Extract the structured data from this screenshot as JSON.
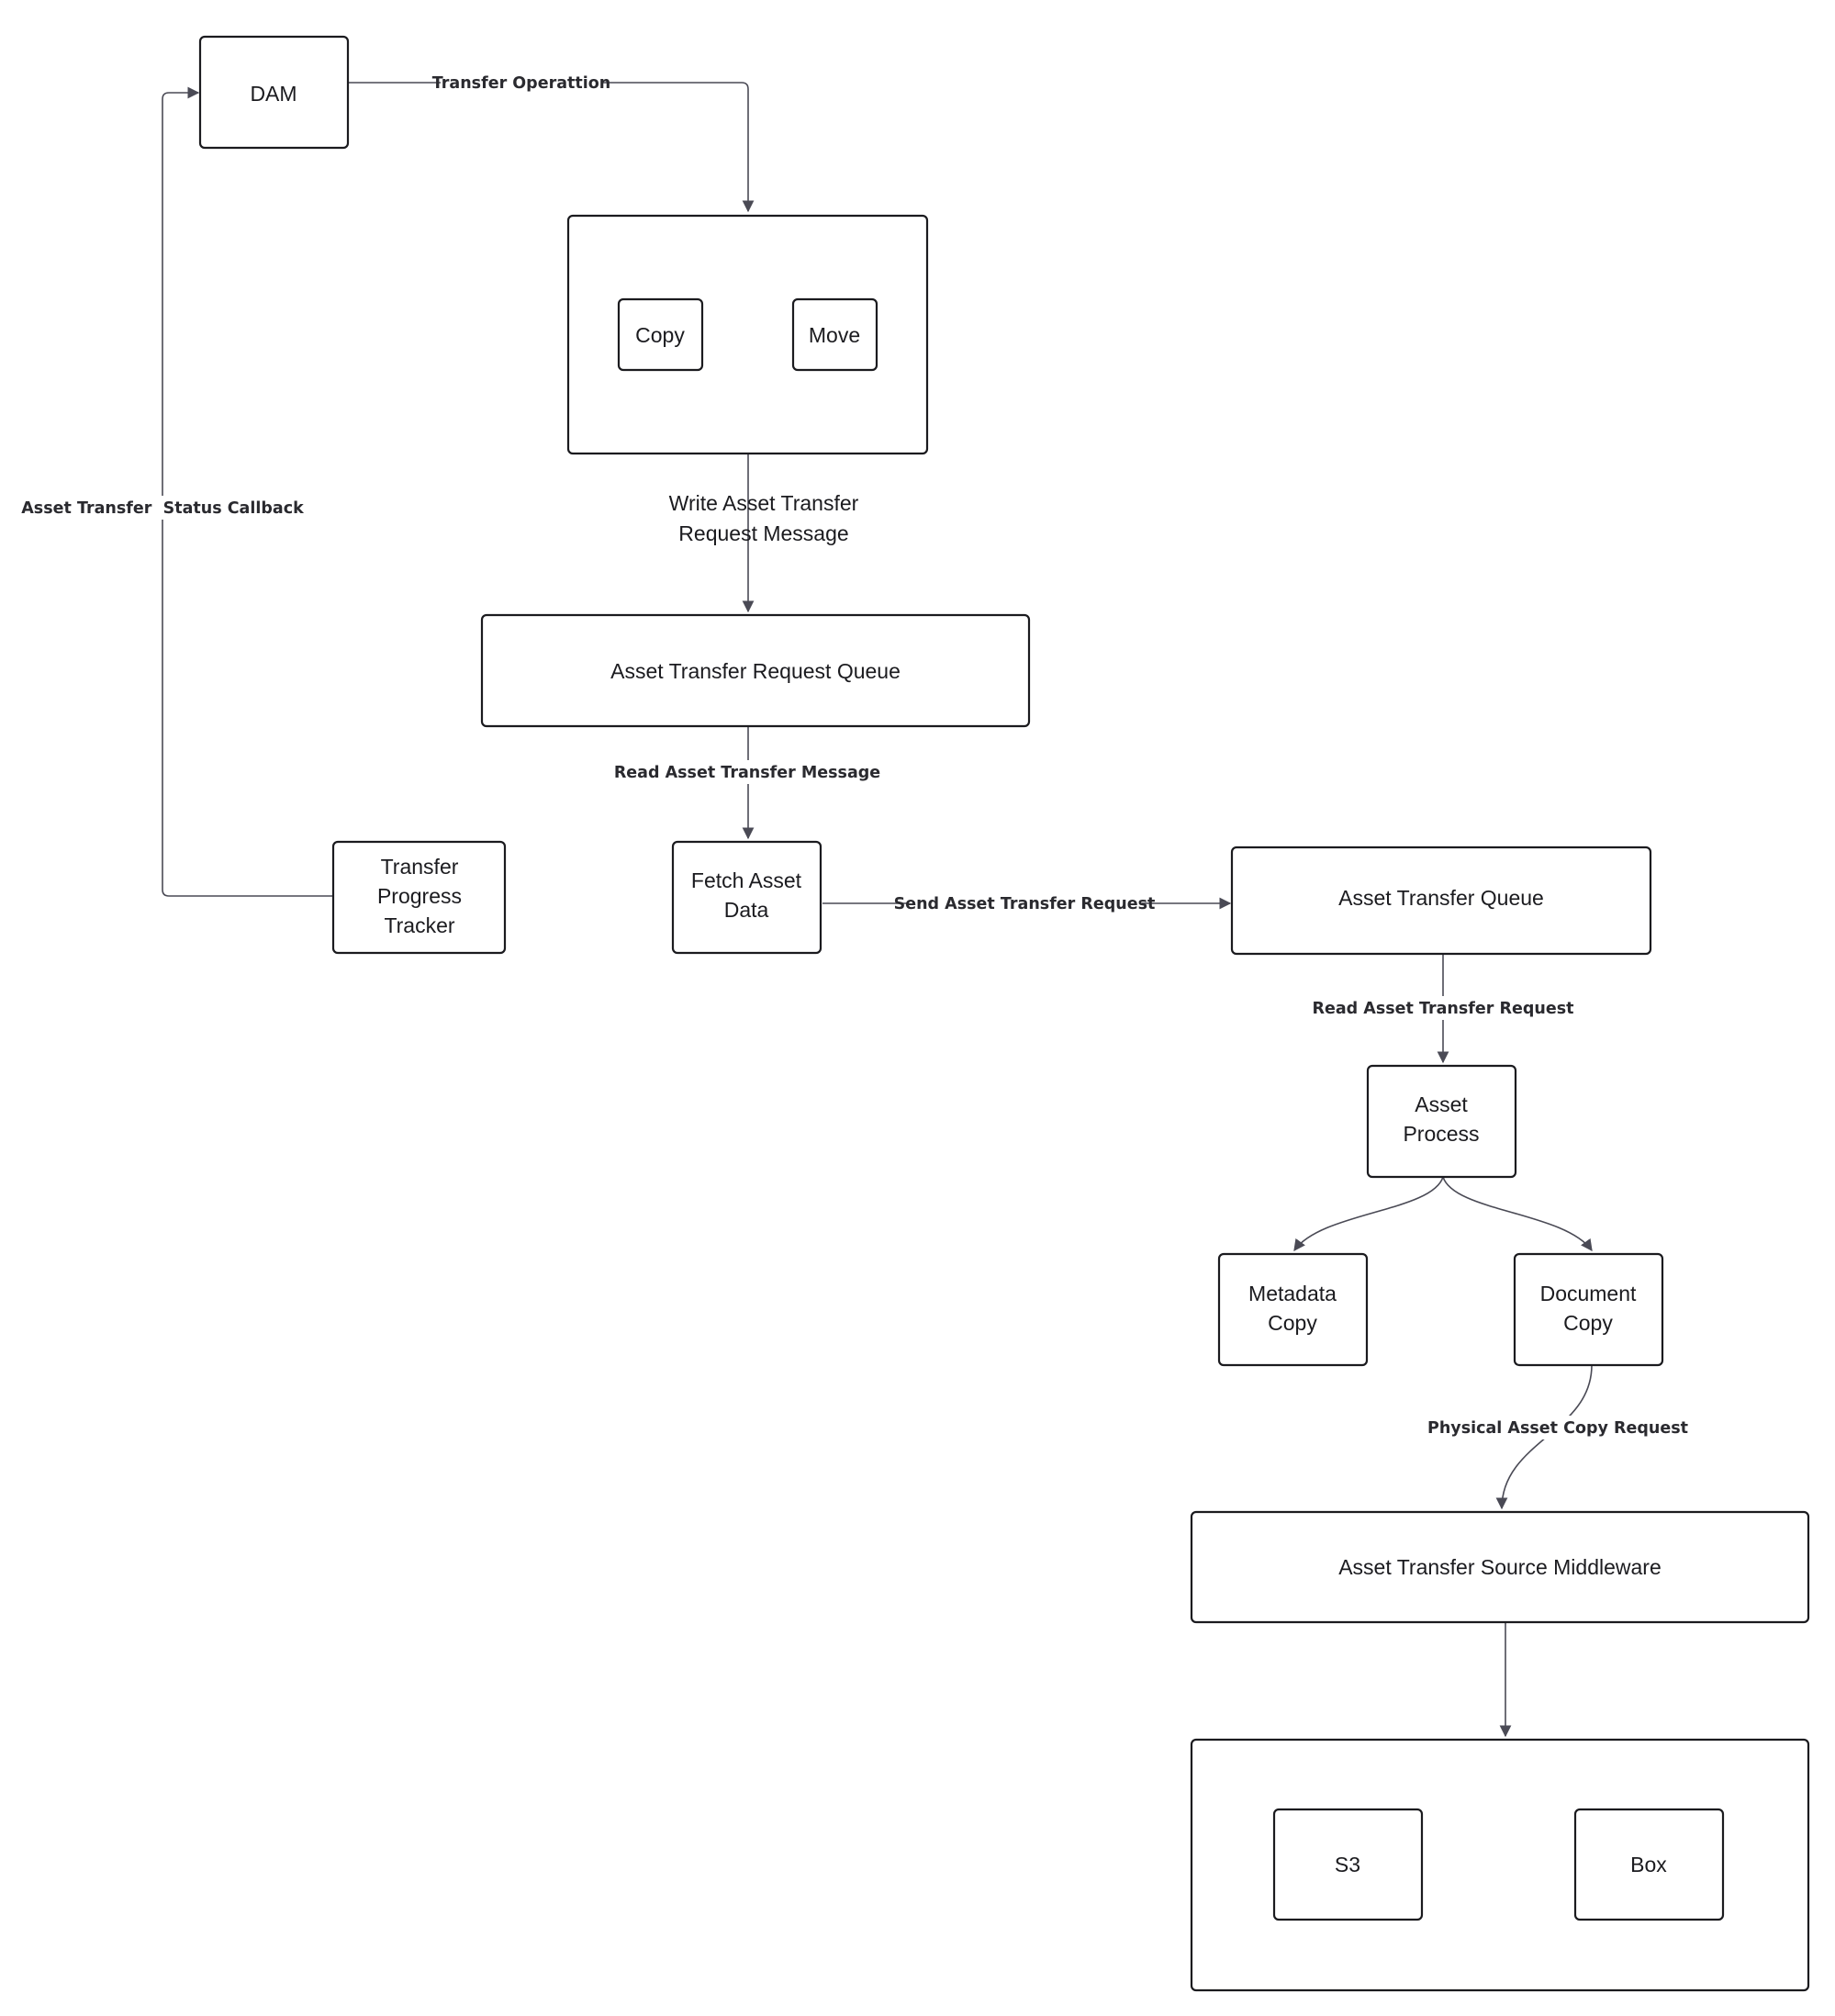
{
  "nodes": {
    "dam": "DAM",
    "copy": "Copy",
    "move": "Move",
    "request_queue": "Asset Transfer Request Queue",
    "tracker": [
      "Transfer",
      "Progress",
      "Tracker"
    ],
    "fetch": [
      "Fetch Asset",
      "Data"
    ],
    "transfer_queue": "Asset Transfer Queue",
    "asset_process": [
      "Asset",
      "Process"
    ],
    "metadata_copy": [
      "Metadata",
      "Copy"
    ],
    "document_copy": [
      "Document",
      "Copy"
    ],
    "middleware": "Asset Transfer Source Middleware",
    "s3": "S3",
    "box": "Box"
  },
  "edges": {
    "transfer_operation": "Transfer Operattion",
    "write_message": [
      "Write Asset Transfer",
      "Request Message"
    ],
    "read_message": "Read Asset Transfer Message",
    "send_request": "Send Asset Transfer Request",
    "read_request": "Read Asset Transfer Request",
    "physical_copy": "Physical Asset Copy Request",
    "status_callback": "Asset Transfer  Status Callback"
  },
  "colors": {
    "stroke": "#1b1b1f",
    "edge": "#4a4a55",
    "background": "#ffffff"
  }
}
